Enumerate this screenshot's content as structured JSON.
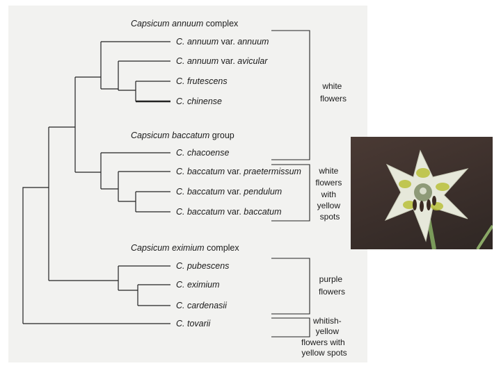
{
  "groups": {
    "annuum_complex": {
      "genus": "Capsicum",
      "epithet": "annuum",
      "suffix": "complex"
    },
    "baccatum_group": {
      "genus": "Capsicum",
      "epithet": "baccatum",
      "suffix": "group"
    },
    "eximium_complex": {
      "genus": "Capsicum",
      "epithet": "eximium",
      "suffix": "complex"
    }
  },
  "taxa": [
    {
      "name": "C. annuum",
      "variety": "annuum"
    },
    {
      "name": "C. annuum",
      "variety": "avicular"
    },
    {
      "name": "C. frutescens",
      "variety": ""
    },
    {
      "name": "C. chinense",
      "variety": ""
    },
    {
      "name": "C. chacoense",
      "variety": ""
    },
    {
      "name": "C. baccatum",
      "variety": "praetermissum"
    },
    {
      "name": "C. baccatum",
      "variety": "pendulum"
    },
    {
      "name": "C. baccatum",
      "variety": "baccatum"
    },
    {
      "name": "C. pubescens",
      "variety": ""
    },
    {
      "name": "C. eximium",
      "variety": ""
    },
    {
      "name": "C. cardenasii",
      "variety": ""
    },
    {
      "name": "C. tovarii",
      "variety": ""
    }
  ],
  "var_label": "var.",
  "traits": [
    [
      "white",
      "flowers"
    ],
    [
      "white",
      "flowers",
      "with",
      "yellow",
      "spots"
    ],
    [
      "purple",
      "flowers"
    ],
    [
      "whitish-",
      "yellow",
      "flowers with",
      "yellow spots"
    ]
  ],
  "photo": {
    "subject": "pepper-flower-photo"
  }
}
